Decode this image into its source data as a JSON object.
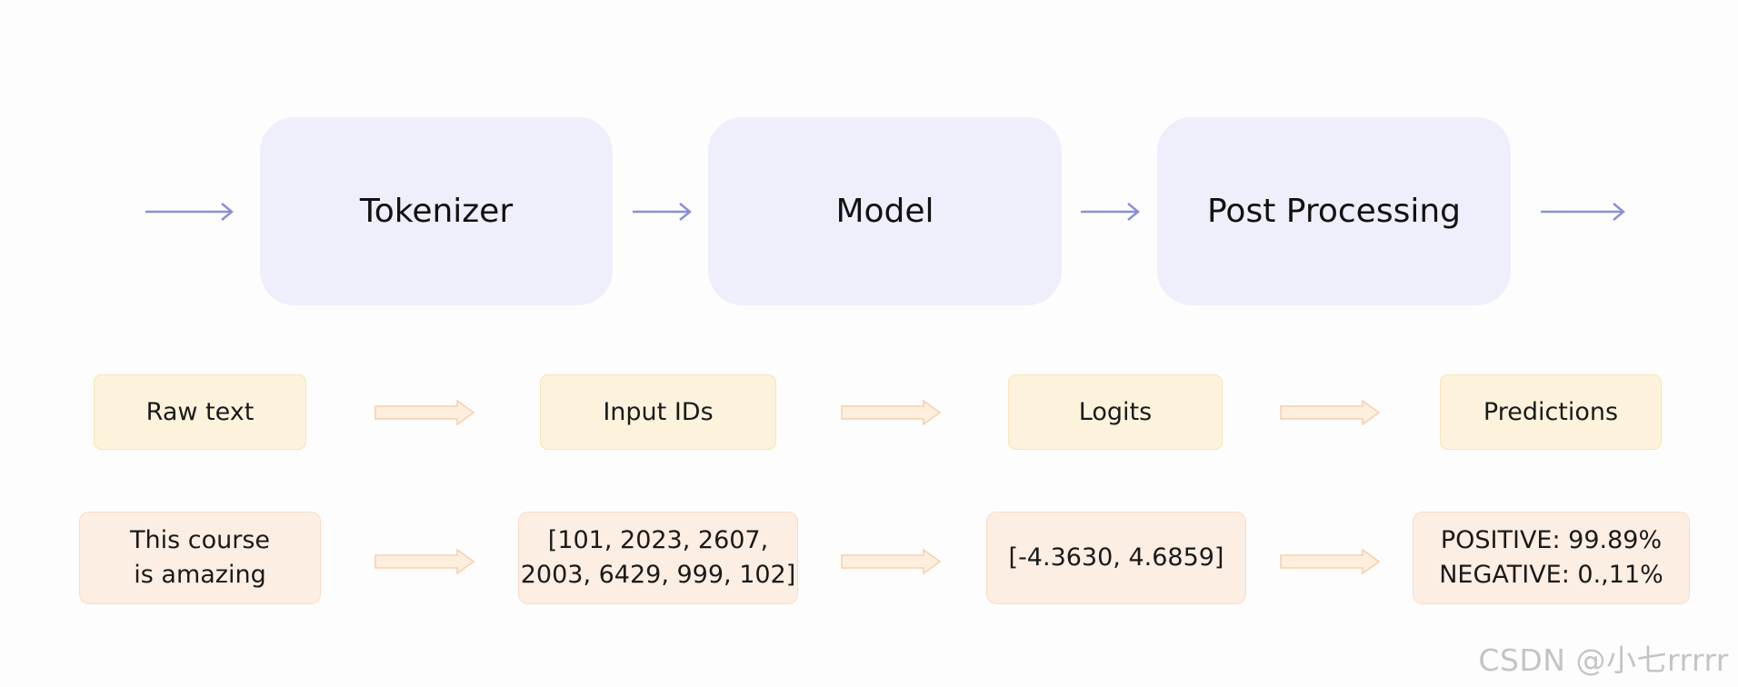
{
  "stages": [
    {
      "name": "Tokenizer"
    },
    {
      "name": "Model"
    },
    {
      "name": "Post Processing"
    }
  ],
  "labels": [
    {
      "text": "Raw text"
    },
    {
      "text": "Input IDs"
    },
    {
      "text": "Logits"
    },
    {
      "text": "Predictions"
    }
  ],
  "examples": [
    {
      "text": "This course\nis amazing"
    },
    {
      "text": "[101, 2023, 2607,\n2003, 6429, 999, 102]"
    },
    {
      "text": "[-4.3630, 4.6859]"
    },
    {
      "text": "POSITIVE: 99.89%\nNEGATIVE: 0.,11%"
    }
  ],
  "watermark": "CSDN @小七rrrrr",
  "colors": {
    "stage_fill": "#efeffc",
    "stage_arrow": "#8a8fd6",
    "label_fill": "#fdf3dd",
    "example_fill": "#fdeee3",
    "block_arrow_fill": "#fdeede",
    "block_arrow_stroke": "#f7cfa8"
  }
}
